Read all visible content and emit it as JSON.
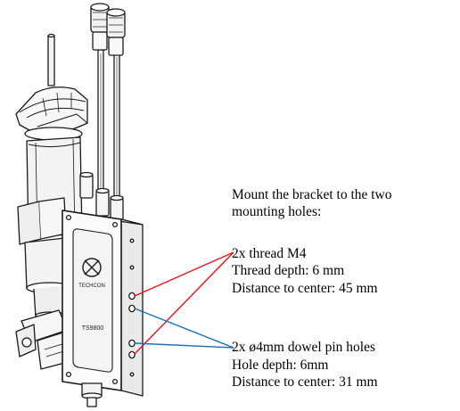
{
  "intro": {
    "line1": "Mount the bracket to the two",
    "line2": "mounting holes:"
  },
  "thread_group": {
    "title": "2x thread M4",
    "depth": "Thread depth: 6 mm",
    "distance": "Distance to center: 45 mm"
  },
  "dowel_group": {
    "title": "2x ø4mm dowel pin holes",
    "depth": "Hole depth: 6mm",
    "distance": "Distance to center: 31 mm"
  },
  "device": {
    "logo_text": "TECHCON",
    "model_text": "TS9800"
  },
  "colors": {
    "thread_leader": "#e8141c",
    "dowel_leader": "#1a6fb5",
    "outline": "#1a1a1a"
  }
}
